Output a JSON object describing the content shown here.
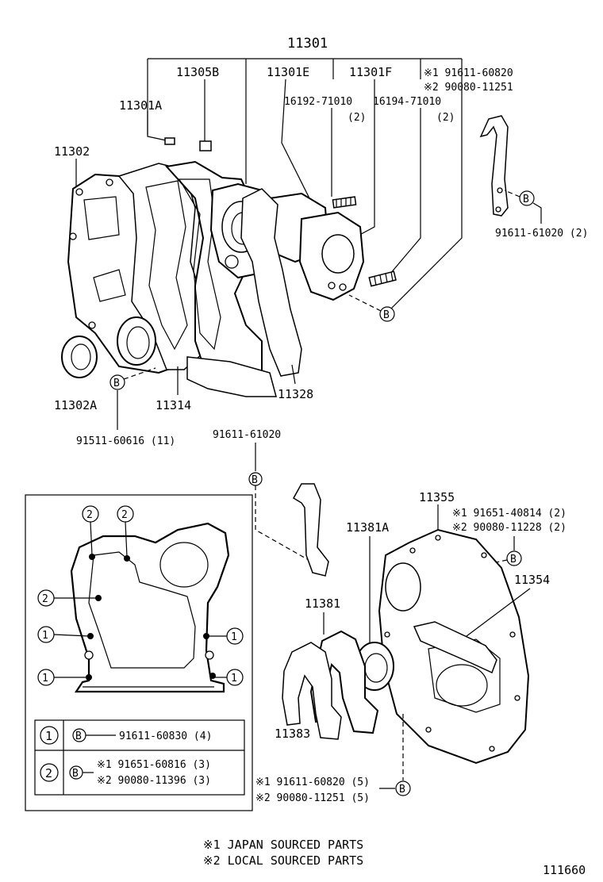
{
  "diagram": {
    "upper": {
      "group_label": "11301",
      "sub_a": "11301A",
      "sub_e": "11301E",
      "sub_f": "11301F",
      "plug": "11305B",
      "cover": "11302",
      "seal": "11302A",
      "gasket_main": "11314",
      "gasket_rear": "11328",
      "stud1_no": "16192-71010",
      "stud1_qty": "(2)",
      "stud2_no": "16194-71010",
      "stud2_qty": "(2)",
      "bolt_note1": "※1 91611-60820",
      "bolt_note2": "※2 90080-11251",
      "hook_bolt": "91611-61020 (2)",
      "cover_bolt": "91511-60616 (11)",
      "mid_bolt": "91611-61020"
    },
    "inset": {
      "callouts": [
        "2",
        "2",
        "2",
        "1",
        "1",
        "1",
        "1"
      ],
      "legend": [
        {
          "num": "1",
          "letter": "B",
          "text": "91611-60830 (4)"
        },
        {
          "num": "2",
          "letter": "B",
          "line1": "※1 91651-60816 (3)",
          "line2": "※2 90080-11396 (3)"
        }
      ]
    },
    "lower": {
      "plate": "11355",
      "plate_bolt1": "※1 91651-40814 (2)",
      "plate_bolt2": "※2 90080-11228 (2)",
      "seal_rear": "11381A",
      "retainer": "11381",
      "rear_gasket": "11383",
      "bracket": "11354",
      "bottom_bolt1": "※1 91611-60820 (5)",
      "bottom_bolt2": "※2 90080-11251 (5)"
    },
    "bubble_letter": "B",
    "notes": {
      "note1": "※1  JAPAN  SOURCED  PARTS",
      "note2": "※2  LOCAL  SOURCED  PARTS"
    },
    "figure_no": "111660"
  }
}
